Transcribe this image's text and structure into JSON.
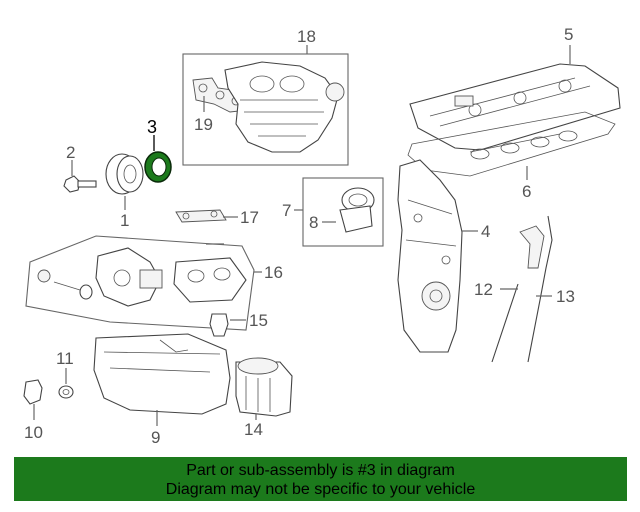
{
  "callouts": {
    "c1": "1",
    "c2": "2",
    "c3": "3",
    "c4": "4",
    "c5": "5",
    "c6": "6",
    "c7": "7",
    "c8": "8",
    "c9": "9",
    "c10": "10",
    "c11": "11",
    "c12": "12",
    "c13": "13",
    "c14": "14",
    "c15": "15",
    "c16": "16",
    "c17": "17",
    "c18": "18",
    "c19": "19"
  },
  "highlighted_part": "3",
  "colors": {
    "highlight": "#1c7a1c",
    "banner": "#1c7a1c"
  },
  "banner": {
    "line1": "Part or sub-assembly is #3 in diagram",
    "line2": "Diagram may not be specific to your vehicle"
  }
}
